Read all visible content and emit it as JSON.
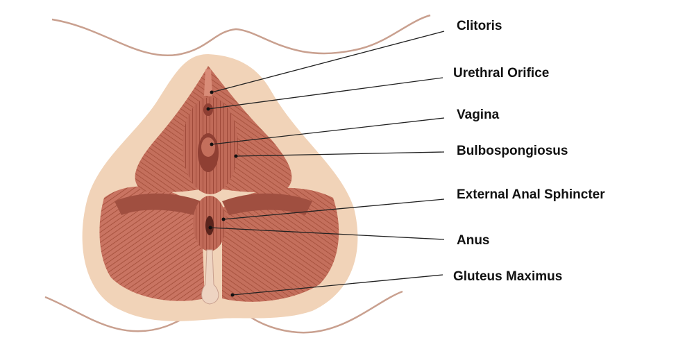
{
  "labels": [
    {
      "id": "clitoris",
      "text": "Clitoris"
    },
    {
      "id": "urethral-orifice",
      "text": "Urethral Orifice"
    },
    {
      "id": "vagina",
      "text": "Vagina"
    },
    {
      "id": "bulbospongiosus",
      "text": "Bulbospongiosus"
    },
    {
      "id": "external-anal-sphincter",
      "text": "External Anal Sphincter"
    },
    {
      "id": "anus",
      "text": "Anus"
    },
    {
      "id": "gluteus-maximus",
      "text": "Gluteus Maximus"
    }
  ],
  "colors": {
    "skin": "#f1d3b8",
    "muscle": "#c46f5c",
    "muscle_dark": "#8f3f33",
    "muscle_light": "#d98c78",
    "outline": "#c9a08f",
    "line": "#222222"
  }
}
